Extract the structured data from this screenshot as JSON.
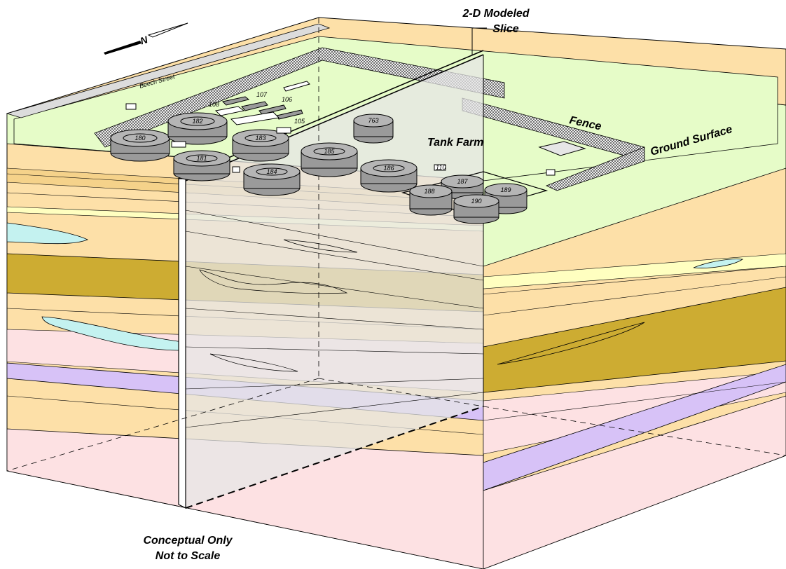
{
  "labels": {
    "slice_line1": "2-D Modeled",
    "slice_line2": "Slice",
    "fence": "Fence",
    "ground_surface": "Ground Surface",
    "tank_farm": "Tank Farm",
    "street": "Beech Street",
    "north": "N",
    "note_line1": "Conceptual Only",
    "note_line2": "Not to Scale"
  },
  "tanks": {
    "t180": "180",
    "t181": "181",
    "t182": "182",
    "t183": "183",
    "t184": "184",
    "t185": "185",
    "t186": "186",
    "t187": "187",
    "t188": "188",
    "t189": "189",
    "t190": "190",
    "t763": "763"
  },
  "buildings": {
    "b105": "105",
    "b106": "106",
    "b107": "107",
    "b108": "108",
    "b110": "110"
  },
  "colors": {
    "sand": "#fde0a8",
    "sand_dark": "#f5d28a",
    "clay": "#cdac32",
    "pink": "#fde1e3",
    "purple": "#d7c2f7",
    "lightyellow": "#ffffc0",
    "cyan": "#c4f2f0",
    "grass": "#e6fcc8",
    "slice": "#e6e6e6",
    "tank": "#9a9a9a"
  }
}
